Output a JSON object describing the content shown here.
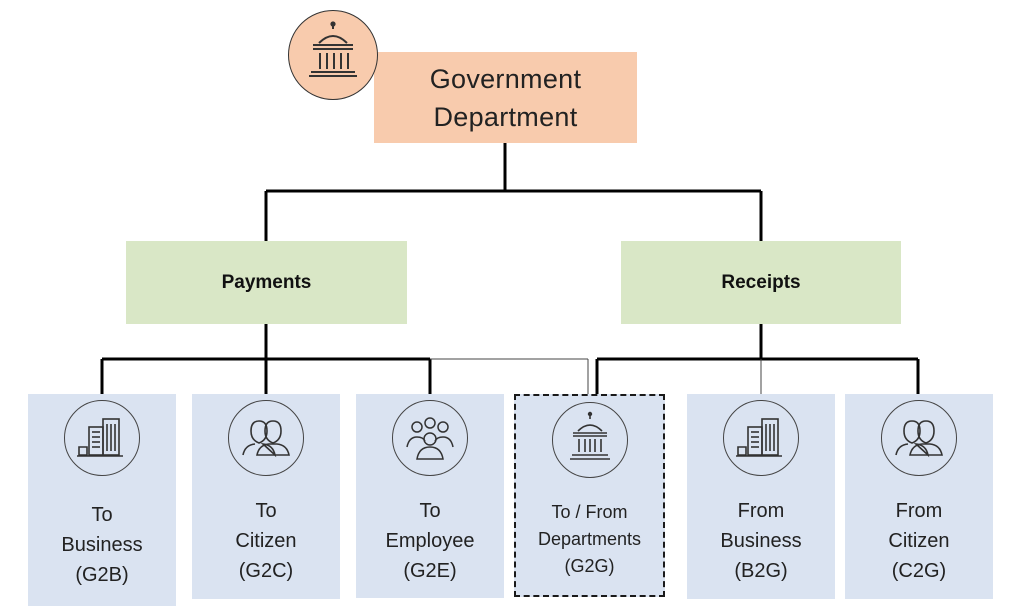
{
  "root": {
    "title_line1": "Government",
    "title_line2": "Department",
    "icon": "government-building-icon"
  },
  "categories": [
    {
      "label": "Payments"
    },
    {
      "label": "Receipts"
    }
  ],
  "leaves": [
    {
      "line1": "To",
      "line2": "Business",
      "line3": "(G2B)",
      "icon": "office-building-icon"
    },
    {
      "line1": "To",
      "line2": "Citizen",
      "line3": "(G2C)",
      "icon": "citizens-icon"
    },
    {
      "line1": "To",
      "line2": "Employee",
      "line3": "(G2E)",
      "icon": "employees-icon"
    },
    {
      "line1": "To / From",
      "line2": "Departments",
      "line3": "(G2G)",
      "icon": "government-building-icon"
    },
    {
      "line1": "From",
      "line2": "Business",
      "line3": "(B2G)",
      "icon": "office-building-icon"
    },
    {
      "line1": "From",
      "line2": "Citizen",
      "line3": "(C2G)",
      "icon": "citizens-icon"
    }
  ],
  "colors": {
    "root_fill": "#f8cbad",
    "category_fill": "#d9e7c6",
    "leaf_fill": "#dae3f1",
    "line": "#000000"
  }
}
